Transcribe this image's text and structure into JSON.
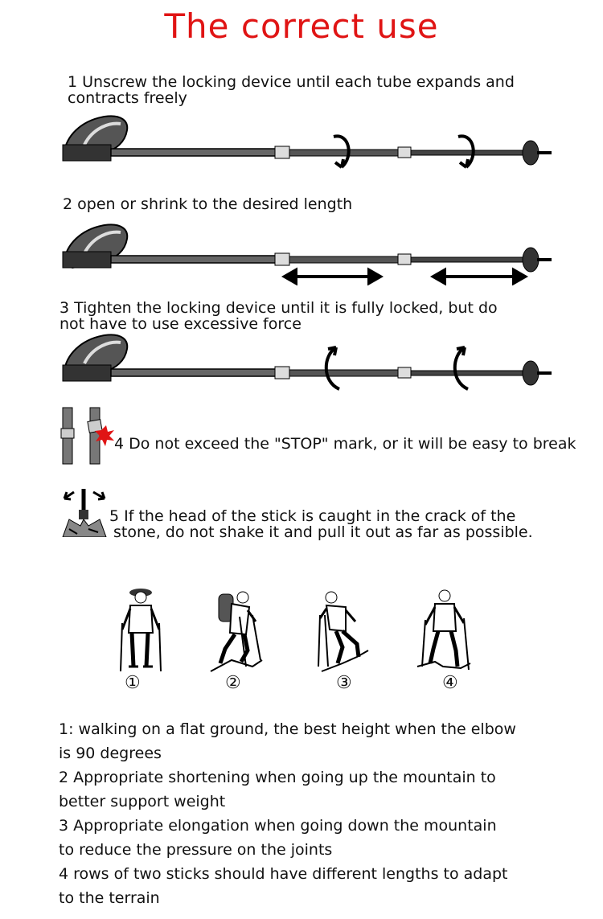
{
  "title": "The correct use",
  "steps": {
    "s1a": "1 Unscrew the locking device until each tube expands and",
    "s1b": "contracts freely",
    "s2": "2 open or shrink to the desired length",
    "s3a": "3 Tighten the locking device until it is fully locked, but do",
    "s3b": "not have to use excessive force",
    "s4": "4 Do not exceed the \"STOP\" mark, or it will be easy to break",
    "s5a": "5 If the head of the stick is caught in the crack of the",
    "s5b": "stone, do not shake it and pull it out as far as possible."
  },
  "figures": [
    "①",
    "②",
    "③",
    "④"
  ],
  "notes": [
    "1: walking on a flat ground, the best height when the elbow",
    "is 90 degrees",
    "2 Appropriate shortening when going up the mountain to",
    "better support weight",
    "3 Appropriate elongation when going down the mountain",
    "to reduce the pressure on the joints",
    "4 rows of two sticks should have different lengths to adapt",
    "to the terrain"
  ],
  "colors": {
    "title": "#e01414",
    "warning": "#e01414"
  }
}
